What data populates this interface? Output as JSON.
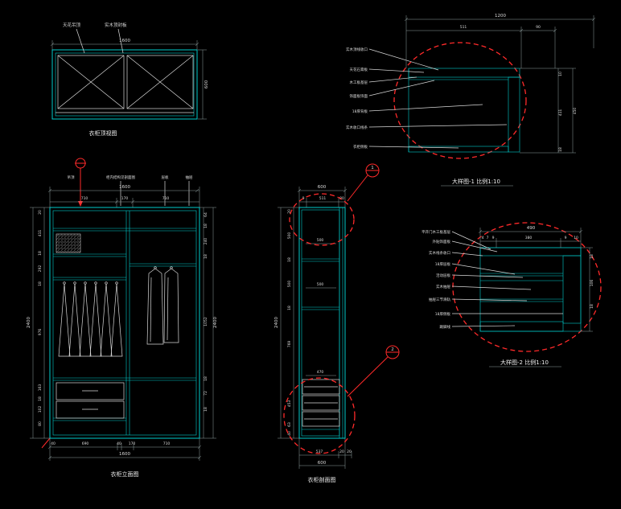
{
  "drawing": {
    "background": "#000000",
    "colors": {
      "geometry": "#00cccc",
      "annotation": "#dcdcdc",
      "marker": "#ff2a2a"
    }
  },
  "plan": {
    "title": "衣柜顶视图",
    "labels": [
      "天花吊顶",
      "实木顶封板"
    ],
    "dims": {
      "width": "1600",
      "depth": "600"
    }
  },
  "elevation": {
    "title": "衣柜立面图",
    "top_labels": [
      "吊顶",
      "柜内结构见剖面图",
      "层板",
      "抽屉"
    ],
    "dim_width_top": "1600",
    "top_segments": [
      "710",
      "170",
      "710"
    ],
    "left_total": "2400",
    "left_dims": [
      "20",
      "411",
      "18",
      "292",
      "18",
      "976",
      "163",
      "18",
      "102",
      "80"
    ],
    "right_total": "2400",
    "right_dims": [
      "64",
      "18",
      "240",
      "18",
      "1052",
      "18",
      "72",
      "18"
    ],
    "bottom_segments": [
      "40",
      "690",
      "40",
      "170",
      "710"
    ],
    "dim_width_bottom": "1600"
  },
  "section": {
    "title": "衣柜剖面图",
    "dim_width_top": "600",
    "top_segments": [
      "9",
      "511",
      "80"
    ],
    "inner_dims": [
      "500",
      "500",
      "470"
    ],
    "left_total": "2400",
    "left_dims": [
      "20",
      "500",
      "18",
      "500",
      "18",
      "769",
      "453",
      "63",
      "40"
    ],
    "bottom_segments": [
      "537",
      "20",
      "20"
    ],
    "dim_width_bottom": "600",
    "callouts": [
      "1",
      "2"
    ]
  },
  "detail1": {
    "title": "大样图-1  比例1:10",
    "dim_total": "1200",
    "top_segments": [
      "511",
      "90"
    ],
    "right_dims": [
      "10",
      "411",
      "18"
    ],
    "right_total": "450",
    "labels": [
      "实木顶线收口",
      "天花石膏板",
      "木工板基层",
      "饰面板饰面",
      "18厚背板",
      "实木收口线条",
      "衣柜侧板"
    ]
  },
  "detail2": {
    "title": "大样图-2  比例1:10",
    "dim_total": "490",
    "top_segments": [
      "4",
      "7",
      "9",
      "380",
      "9",
      "10"
    ],
    "right_dims": [
      "18",
      "106",
      "18"
    ],
    "labels": [
      "平开门木工板基层",
      "外贴饰面板",
      "实木线条收口",
      "18厚层板",
      "活动层板",
      "实木抽屉",
      "抽屉三节滑轨",
      "18厚侧板",
      "踢脚线"
    ]
  }
}
